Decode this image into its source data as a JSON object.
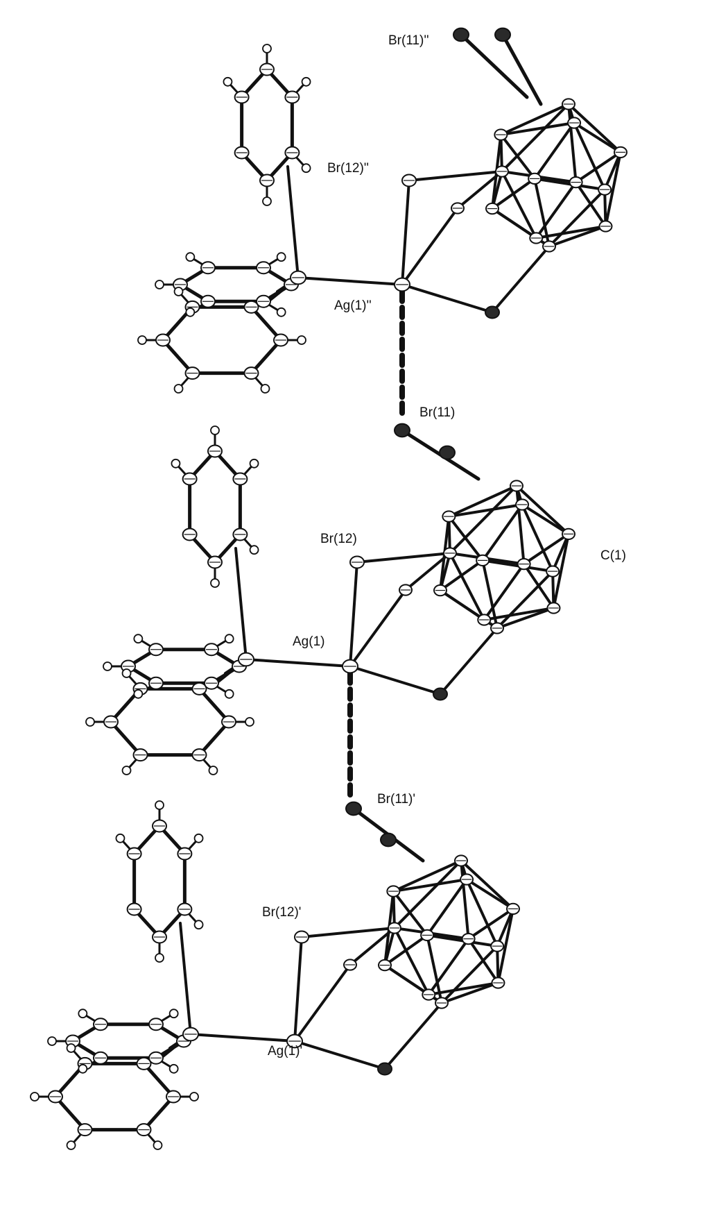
{
  "labels": {
    "br11_dprime": "Br(11)''",
    "br12_dprime": "Br(12)''",
    "ag1_dprime": "Ag(1)''",
    "br11": "Br(11)",
    "br12": "Br(12)",
    "c1": "C(1)",
    "ag1": "Ag(1)",
    "br11_prime": "Br(11)'",
    "br12_prime": "Br(12)'",
    "ag1_prime": "Ag(1)'"
  },
  "colors": {
    "bond": "#111111",
    "atom_fill": "#ffffff",
    "atom_stroke": "#111111",
    "dark_atom": "#2a2a2a",
    "background": "#ffffff"
  }
}
